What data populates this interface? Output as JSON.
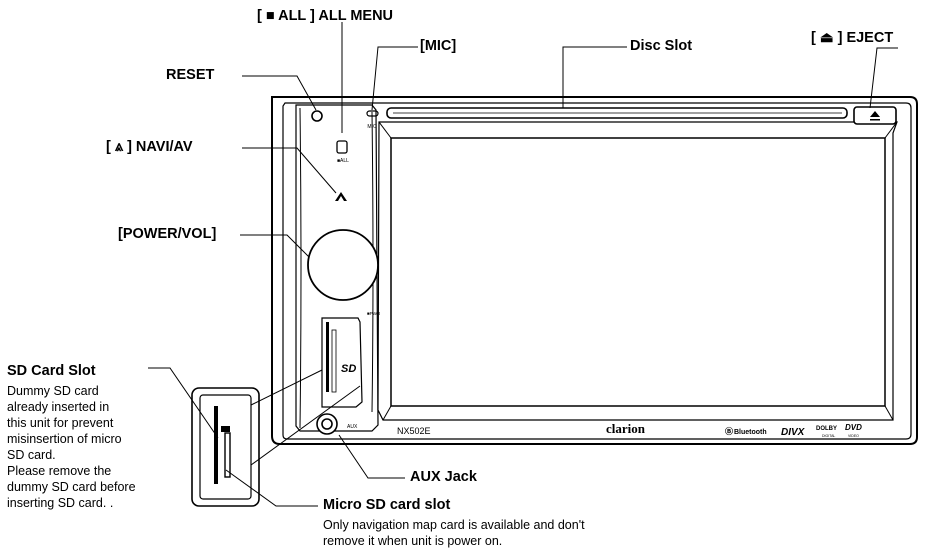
{
  "callouts": {
    "all_menu": "[ ■ ALL ] ALL MENU",
    "mic": "[MIC]",
    "disc_slot": "Disc Slot",
    "eject": "[ ⏏ ] EJECT",
    "reset": "RESET",
    "navi_av": "[ ⩓ ] NAVI/AV",
    "power_vol": "[POWER/VOL]",
    "sd_card_slot": "SD Card Slot",
    "aux_jack": "AUX Jack",
    "micro_sd_slot": "Micro SD card slot"
  },
  "sd_card_description": [
    "Dummy SD card",
    "already inserted in",
    "this unit for prevent",
    "misinsertion of micro",
    "SD card.",
    "Please remove the",
    "dummy SD card before",
    "inserting SD card. ."
  ],
  "micro_sd_description": [
    "Only navigation map card is available and don't",
    "remove it when unit is power on."
  ],
  "device_markings": {
    "mic_label": "MIC",
    "all_label": "■ALL",
    "power_label": "■PWR",
    "aux_label": "AUX",
    "model": "NX502E",
    "brand": "clarion",
    "bluetooth": "Bluetooth",
    "divx": "DIVX",
    "dolby": "DOLBY",
    "dolby_sub": "DIGITAL",
    "dvd": "DVD",
    "dvd_sub": "VIDEO"
  }
}
